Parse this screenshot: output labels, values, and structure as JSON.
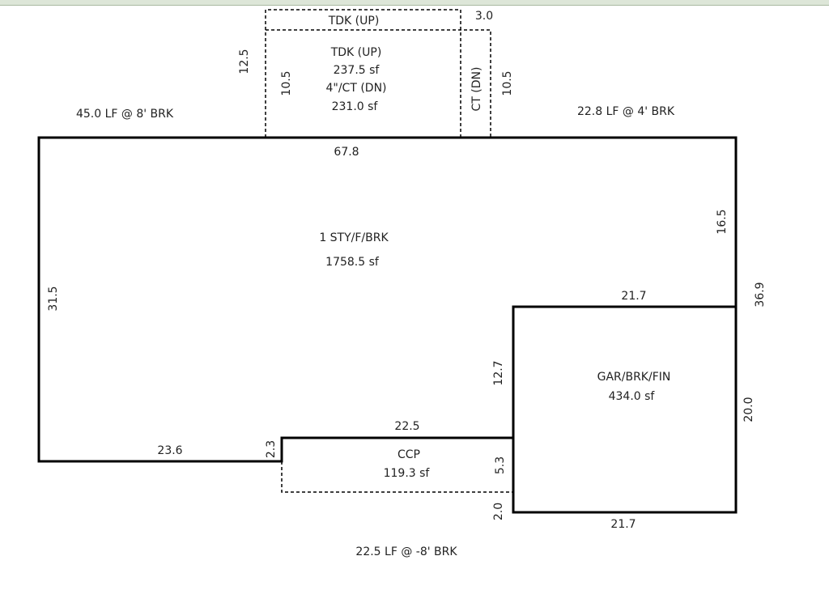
{
  "top_labels": {
    "tdk_up_outer": "TDK (UP)",
    "dim_3_0": "3.0",
    "dim_12_5": "12.5",
    "dim_10_5_left": "10.5",
    "dim_10_5_right": "10.5",
    "ct_dn": "CT (DN)"
  },
  "deck_area": {
    "name": "TDK (UP)",
    "area": "237.5 sf",
    "sub_name": "4\"/CT (DN)",
    "sub_area": "231.0 sf"
  },
  "brick_notes": {
    "left": "45.0 LF @ 8' BRK",
    "right": "22.8 LF @ 4' BRK",
    "bottom": "22.5 LF @ -8' BRK"
  },
  "main_area": {
    "name": "1 STY/F/BRK",
    "area": "1758.5 sf"
  },
  "garage_area": {
    "name": "GAR/BRK/FIN",
    "area": "434.0 sf"
  },
  "porch_area": {
    "name": "CCP",
    "area": "119.3 sf"
  },
  "dimensions": {
    "top_wall": "67.8",
    "right_upper": "16.5",
    "right_total": "36.9",
    "garage_top": "21.7",
    "garage_left": "12.7",
    "garage_right": "20.0",
    "garage_bottom": "21.7",
    "left_wall": "31.5",
    "bottom_left": "23.6",
    "step": "2.3",
    "porch_top": "22.5",
    "porch_side": "5.3",
    "garage_step": "2.0"
  }
}
